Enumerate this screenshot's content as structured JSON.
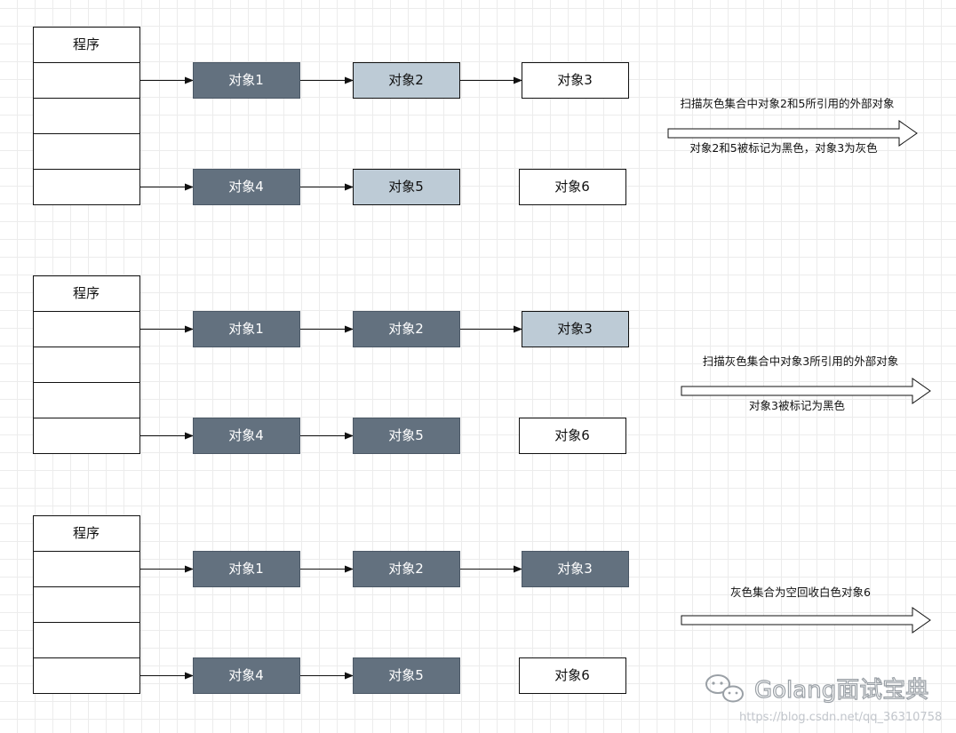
{
  "colors": {
    "black": "#63717f",
    "gray": "#bdcbd6",
    "white": "#ffffff",
    "border": "#111111"
  },
  "panels": [
    {
      "program_label": "程序",
      "objects": [
        {
          "label": "对象1",
          "color": "black"
        },
        {
          "label": "对象2",
          "color": "gray"
        },
        {
          "label": "对象3",
          "color": "white"
        },
        {
          "label": "对象4",
          "color": "black"
        },
        {
          "label": "对象5",
          "color": "gray"
        },
        {
          "label": "对象6",
          "color": "white"
        }
      ],
      "note_top": "扫描灰色集合中对象2和5所引用的外部对象",
      "note_bottom": "对象2和5被标记为黑色，对象3为灰色"
    },
    {
      "program_label": "程序",
      "objects": [
        {
          "label": "对象1",
          "color": "black"
        },
        {
          "label": "对象2",
          "color": "black"
        },
        {
          "label": "对象3",
          "color": "gray"
        },
        {
          "label": "对象4",
          "color": "black"
        },
        {
          "label": "对象5",
          "color": "black"
        },
        {
          "label": "对象6",
          "color": "white"
        }
      ],
      "note_top": "扫描灰色集合中对象3所引用的外部对象",
      "note_bottom": "对象3被标记为黑色"
    },
    {
      "program_label": "程序",
      "objects": [
        {
          "label": "对象1",
          "color": "black"
        },
        {
          "label": "对象2",
          "color": "black"
        },
        {
          "label": "对象3",
          "color": "black"
        },
        {
          "label": "对象4",
          "color": "black"
        },
        {
          "label": "对象5",
          "color": "black"
        },
        {
          "label": "对象6",
          "color": "white"
        }
      ],
      "note_top": "灰色集合为空回收白色对象6",
      "note_bottom": ""
    }
  ],
  "watermark": {
    "brand": "Golang面试宝典",
    "url": "https://blog.csdn.net/qq_36310758",
    "icon": "wechat-icon"
  }
}
